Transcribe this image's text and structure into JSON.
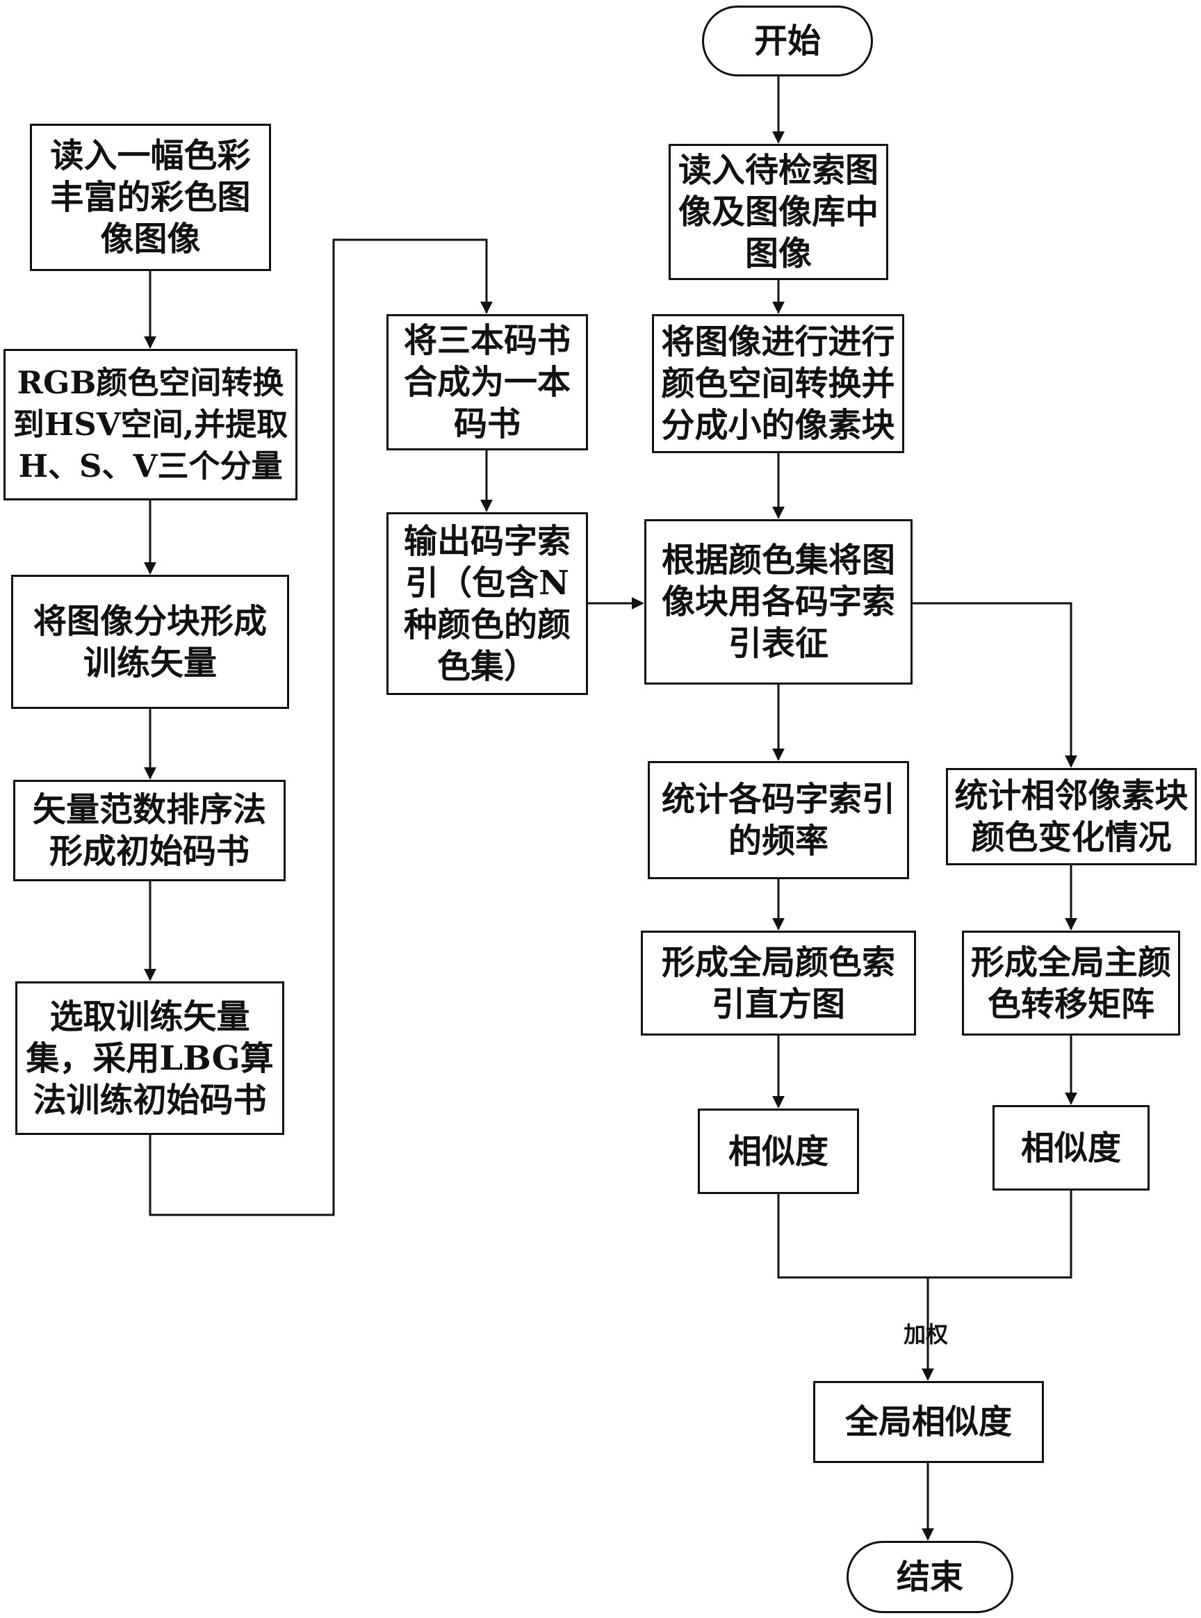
{
  "nodes": {
    "start": "开始",
    "read_color": "读入一幅色彩\n丰富的彩色图\n像图像",
    "rgb_hsv": "RGB颜色空间转换\n到HSV空间,并提取\nH、S、V三个分量",
    "block_vec": "将图像分块形成\n训练矢量",
    "norm_sort": "矢量范数排序法\n形成初始码书",
    "lbg": "选取训练矢量\n集，采用LBG算\n法训练初始码书",
    "merge": "将三本码书\n合成为一本\n码书",
    "output_index": "输出码字索\n引（包含N\n种颜色的颜\n色集）",
    "read_query": "读入待检索图\n像及图像库中\n图像",
    "convert_split": "将图像进行进行\n颜色空间转换并\n分成小的像素块",
    "represent": "根据颜色集将图\n像块用各码字索\n引表征",
    "stat_freq": "统计各码字索引\n的频率",
    "stat_neighbor": "统计相邻像素块\n颜色变化情况",
    "hist": "形成全局颜色索\n引直方图",
    "matrix": "形成全局主颜\n色转移矩阵",
    "sim_left": "相似度",
    "sim_right": "相似度",
    "global_sim": "全局相似度",
    "end": "结束"
  },
  "edge_label_weight": "加权"
}
